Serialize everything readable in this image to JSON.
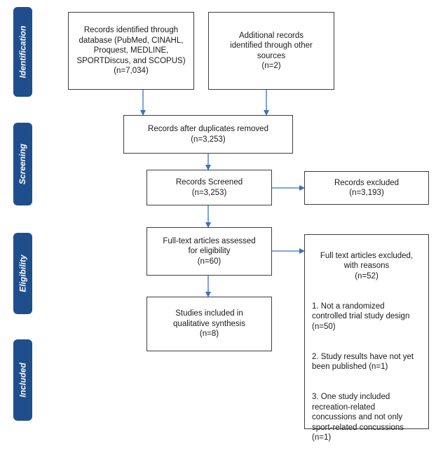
{
  "stages": {
    "identification": "Identification",
    "screening": "Screening",
    "eligibility": "Eligibility",
    "included": "Included"
  },
  "boxes": {
    "database": "Records identified through\ndatabase (PubMed, CINAHL,\nProquest, MEDLINE,\nSPORTDiscus, and SCOPUS)\n(n=7,034)",
    "other_sources": "Additional records\nidentified through other\nsources\n(n=2)",
    "after_duplicates": "Records after duplicates removed\n(n=3,253)",
    "screened": "Records Screened\n(n=3,253)",
    "excluded": "Records excluded\n(n=3,193)",
    "fulltext": "Full-text articles assessed\nfor eligibility\n(n=60)",
    "included": "Studies included in\nqualitative synthesis\n(n=8)",
    "fulltext_excluded": {
      "heading": "Full text articles excluded,\nwith reasons\n(n=52)",
      "reason1": "1. Not a randomized\ncontrolled trial study design\n(n=50)",
      "reason2": "2. Study results have not yet\nbeen published (n=1)",
      "reason3": "3. One study included\nrecreation-related\nconcussions and not only\nsport-related concussions\n(n=1)"
    }
  },
  "colors": {
    "stage_fill": "#1f4e8c",
    "arrow": "#3a6fbf",
    "box_border": "#3d3d3d"
  }
}
